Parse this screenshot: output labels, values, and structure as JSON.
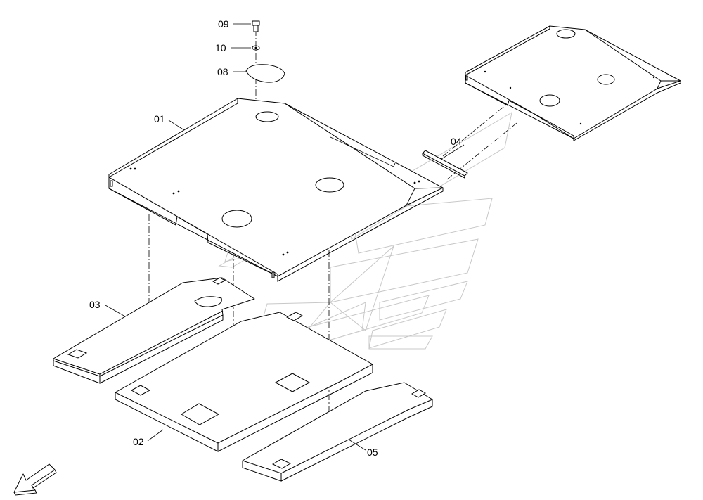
{
  "diagram": {
    "callouts": [
      {
        "id": "09",
        "label": "09"
      },
      {
        "id": "10",
        "label": "10"
      },
      {
        "id": "08",
        "label": "08"
      },
      {
        "id": "01",
        "label": "01"
      },
      {
        "id": "04",
        "label": "04"
      },
      {
        "id": "03",
        "label": "03"
      },
      {
        "id": "02",
        "label": "02"
      },
      {
        "id": "05",
        "label": "05"
      }
    ],
    "direction_arrow": "arrow-icon"
  }
}
